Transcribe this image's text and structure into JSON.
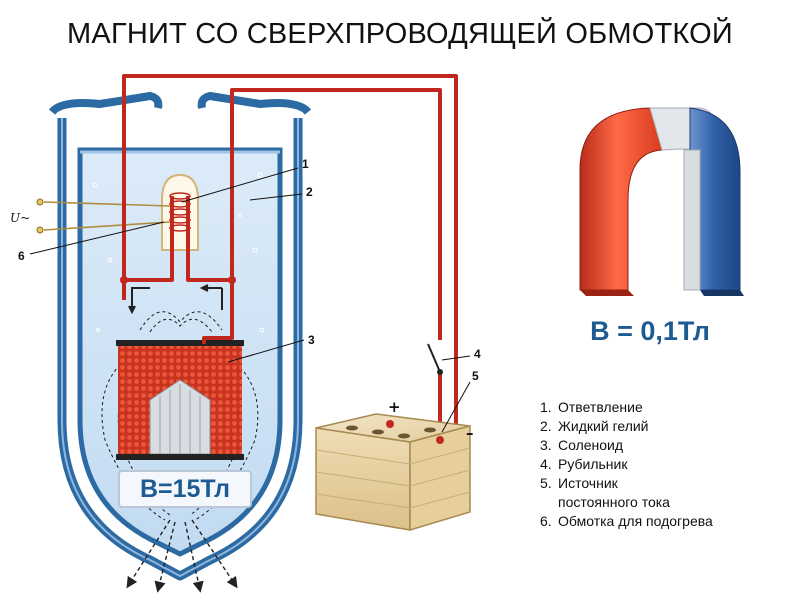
{
  "title": "МАГНИТ СО СВЕРХПРОВОДЯЩЕЙ ОБМОТКОЙ",
  "field_superconducting": "B=15Тл",
  "field_permanent_magnet": "B = 0,1Тл",
  "voltage_label": "U~",
  "battery_plus": "+",
  "battery_minus": "–",
  "callouts": {
    "c1": "1",
    "c2": "2",
    "c3": "3",
    "c4": "4",
    "c5": "5",
    "c6": "6"
  },
  "legend": [
    {
      "num": "1.",
      "text": "Ответвление"
    },
    {
      "num": "2.",
      "text": "Жидкий гелий"
    },
    {
      "num": "3.",
      "text": "Соленоид"
    },
    {
      "num": "4.",
      "text": "Рубильник"
    },
    {
      "num": "5.",
      "text": "Источник",
      "continuation": "постоянного тока"
    },
    {
      "num": "6.",
      "text": "Обмотка для подогрева"
    }
  ],
  "colors": {
    "vessel": "#2b6aa3",
    "helium": "#cfe3f5",
    "wire": "#c0281e",
    "magnet_red": "#e8502f",
    "magnet_blue": "#2f5fa6",
    "text_blue": "#1f5b93"
  }
}
